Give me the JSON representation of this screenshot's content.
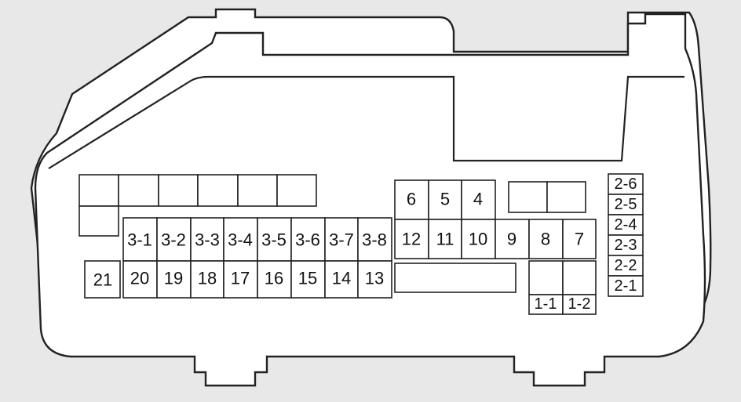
{
  "diagram": {
    "fuse_labels": {
      "f21": "21",
      "f20": "20",
      "f19": "19",
      "f18": "18",
      "f17": "17",
      "f16": "16",
      "f15": "15",
      "f14": "14",
      "f13": "13",
      "f3_1": "3-1",
      "f3_2": "3-2",
      "f3_3": "3-3",
      "f3_4": "3-4",
      "f3_5": "3-5",
      "f3_6": "3-6",
      "f3_7": "3-7",
      "f3_8": "3-8",
      "f6": "6",
      "f5": "5",
      "f4": "4",
      "f12": "12",
      "f11": "11",
      "f10": "10",
      "f9": "9",
      "f8": "8",
      "f7": "7",
      "f1_1": "1-1",
      "f1_2": "1-2",
      "f2_6": "2-6",
      "f2_5": "2-5",
      "f2_4": "2-4",
      "f2_3": "2-3",
      "f2_2": "2-2",
      "f2_1": "2-1"
    }
  }
}
